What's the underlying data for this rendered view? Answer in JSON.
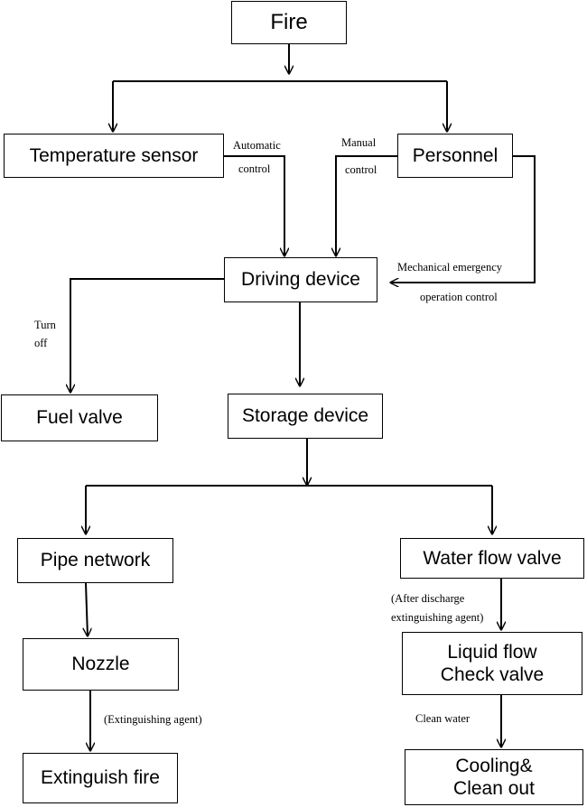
{
  "nodes": {
    "fire": "Fire",
    "temperature_sensor": "Temperature sensor",
    "personnel": "Personnel",
    "driving_device": "Driving device",
    "fuel_valve": "Fuel valve",
    "storage_device": "Storage device",
    "pipe_network": "Pipe network",
    "water_flow_valve": "Water flow valve",
    "nozzle": "Nozzle",
    "liquid_flow_check_valve": [
      "Liquid flow",
      "Check valve"
    ],
    "extinguish_fire": "Extinguish fire",
    "cooling_clean_out": [
      "Cooling&",
      "Clean out"
    ]
  },
  "edge_labels": {
    "automatic": "Automatic",
    "automatic_control": "control",
    "manual": "Manual",
    "manual_control": "control",
    "mechanical_1": "Mechanical emergency",
    "mechanical_2": "operation control",
    "turn": "Turn",
    "off": "off",
    "after_discharge_1": "(After discharge",
    "after_discharge_2": "extinguishing agent)",
    "extinguishing_agent": "(Extinguishing agent)",
    "clean_water": "Clean water"
  },
  "colors": {
    "line": "#000000",
    "box_border": "#000000",
    "text": "#000000"
  }
}
